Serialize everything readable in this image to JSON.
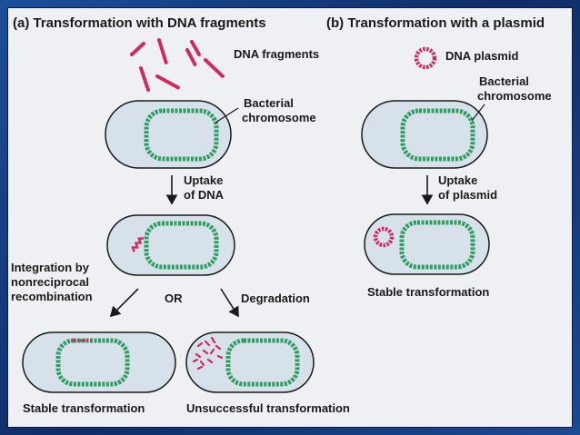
{
  "panel_a": {
    "header": "(a)  Transformation with DNA fragments",
    "dna_fragments": "DNA fragments",
    "bacterial": "Bacterial",
    "chromosome": "chromosome",
    "uptake_1": "Uptake",
    "uptake_2": "of DNA",
    "integration_1": "Integration by",
    "integration_2": "nonreciprocal",
    "integration_3": "recombination",
    "or": "OR",
    "degradation": "Degradation",
    "stable": "Stable transformation",
    "unsuccessful": "Unsuccessful transformation"
  },
  "panel_b": {
    "header": "(b)  Transformation with a plasmid",
    "dna_plasmid": "DNA plasmid",
    "bacterial": "Bacterial",
    "chromosome": "chromosome",
    "uptake_1": "Uptake",
    "uptake_2": "of plasmid",
    "stable": "Stable transformation"
  },
  "colors": {
    "cell_fill": "#d6e1ea",
    "chromosome": "#2e9f62",
    "dna": "#d5275e",
    "frame": "#1c4f9a"
  }
}
